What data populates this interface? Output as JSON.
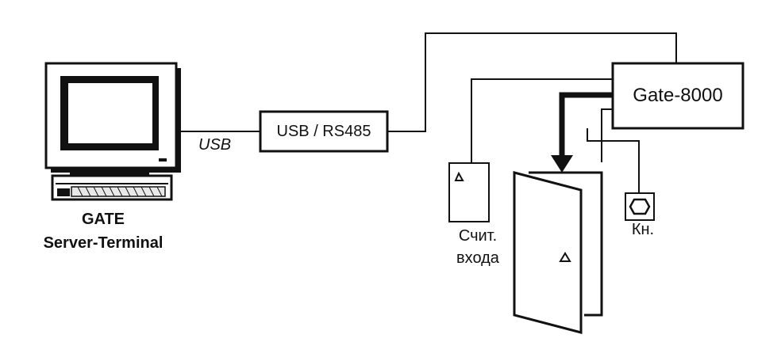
{
  "nodes": {
    "server": {
      "line1": "GATE",
      "line2": "Server-Terminal"
    },
    "converter": {
      "label": "USB / RS485"
    },
    "controller": {
      "label": "Gate-8000"
    },
    "reader": {
      "line1": "Счит.",
      "line2": "входа"
    },
    "exit_button": {
      "label": "Кн."
    }
  },
  "edges": {
    "server_to_converter": {
      "label": "USB"
    }
  }
}
